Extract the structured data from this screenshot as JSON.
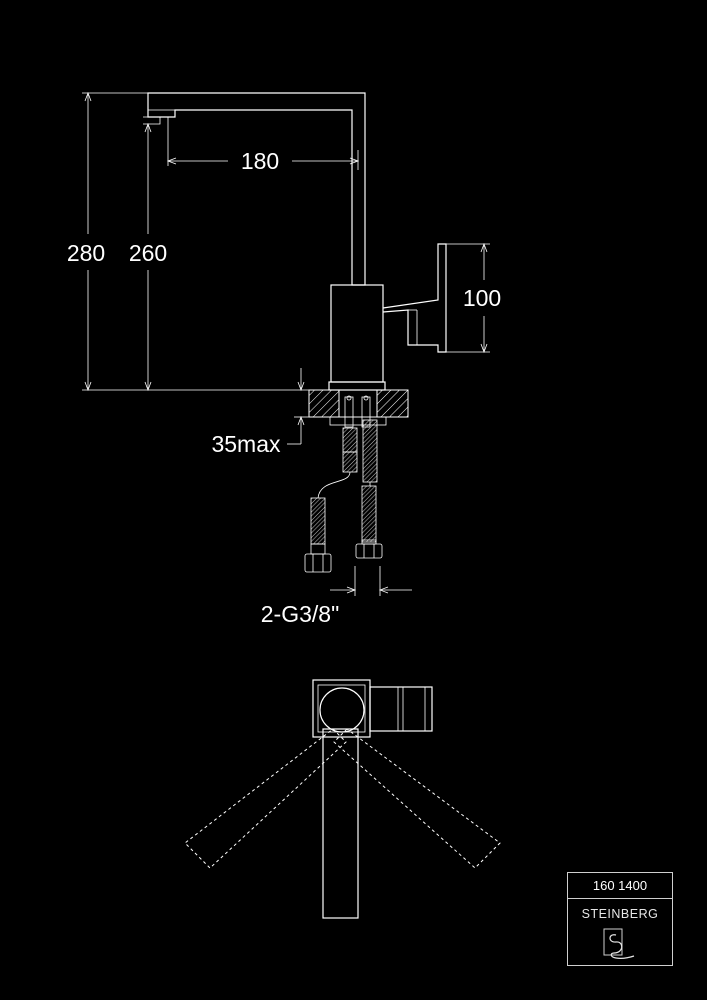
{
  "dimensions": {
    "total_height": "280",
    "spout_height": "260",
    "spout_reach": "180",
    "handle_height": "100",
    "max_counter_thickness": "35max",
    "connection_thread": "2-G3/8\""
  },
  "title_block": {
    "product_code": "160 1400",
    "brand": "STEINBERG",
    "logo_icon": "steinberg-logo-icon"
  },
  "colors": {
    "background": "#000000",
    "line": "#ffffff"
  }
}
